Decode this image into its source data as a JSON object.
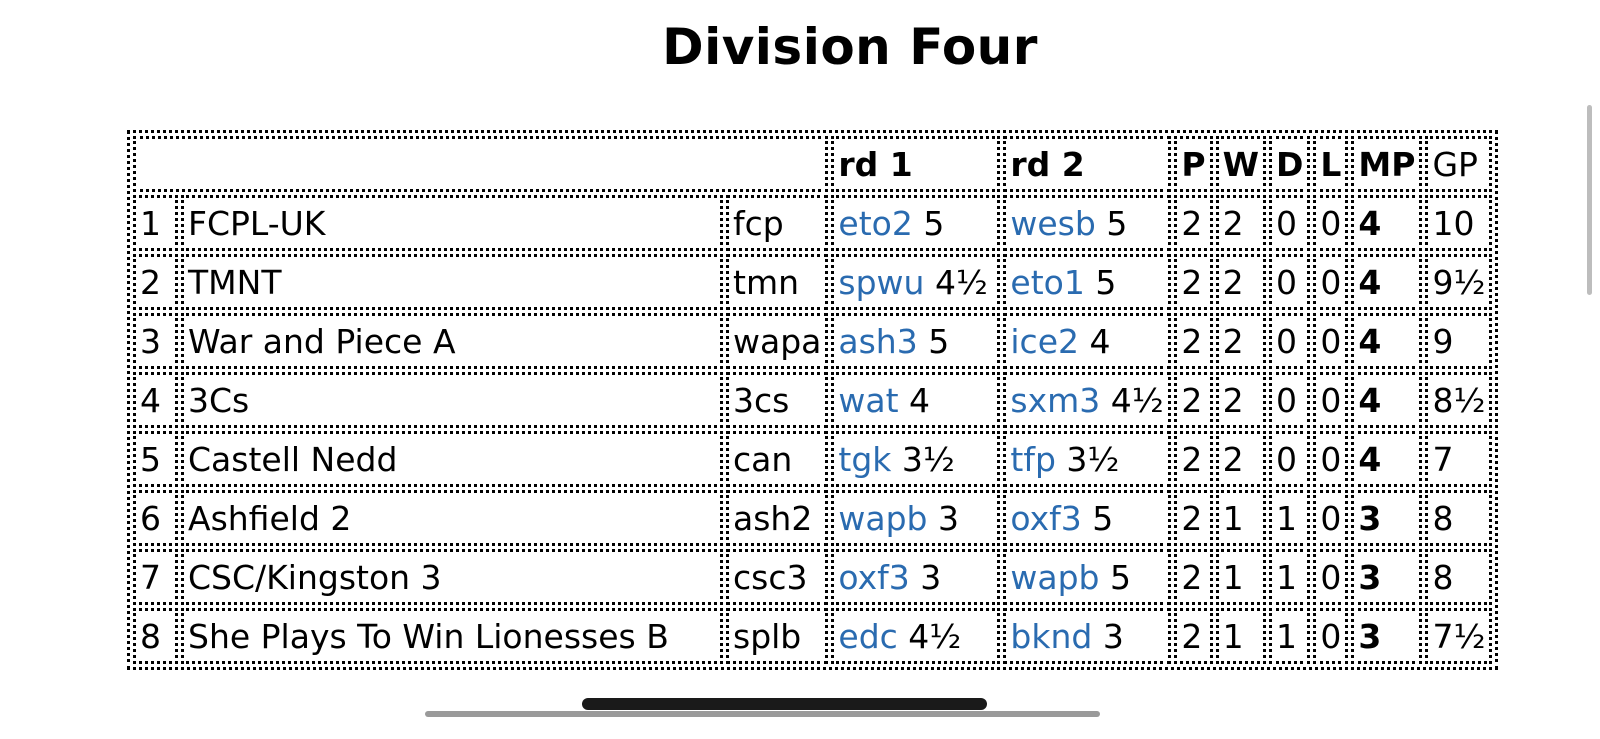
{
  "page": {
    "title": "Division Four"
  },
  "table": {
    "headers": {
      "rd1": "rd 1",
      "rd2": "rd 2",
      "p": "P",
      "w": "W",
      "d": "D",
      "l": "L",
      "mp": "MP",
      "gp": "GP"
    },
    "rows": [
      {
        "pos": "1",
        "team": "FCPL-UK",
        "code": "fcp",
        "rd1_opp": "eto2",
        "rd1_score": "5",
        "rd2_opp": "wesb",
        "rd2_score": "5",
        "p": "2",
        "w": "2",
        "d": "0",
        "l": "0",
        "mp": "4",
        "gp": "10"
      },
      {
        "pos": "2",
        "team": "TMNT",
        "code": "tmn",
        "rd1_opp": "spwu",
        "rd1_score": "4½",
        "rd2_opp": "eto1",
        "rd2_score": "5",
        "p": "2",
        "w": "2",
        "d": "0",
        "l": "0",
        "mp": "4",
        "gp": "9½"
      },
      {
        "pos": "3",
        "team": "War and Piece A",
        "code": "wapa",
        "rd1_opp": "ash3",
        "rd1_score": "5",
        "rd2_opp": "ice2",
        "rd2_score": "4",
        "p": "2",
        "w": "2",
        "d": "0",
        "l": "0",
        "mp": "4",
        "gp": "9"
      },
      {
        "pos": "4",
        "team": "3Cs",
        "code": "3cs",
        "rd1_opp": "wat",
        "rd1_score": "4",
        "rd2_opp": "sxm3",
        "rd2_score": "4½",
        "p": "2",
        "w": "2",
        "d": "0",
        "l": "0",
        "mp": "4",
        "gp": "8½"
      },
      {
        "pos": "5",
        "team": "Castell Nedd",
        "code": "can",
        "rd1_opp": "tgk",
        "rd1_score": "3½",
        "rd2_opp": "tfp",
        "rd2_score": "3½",
        "p": "2",
        "w": "2",
        "d": "0",
        "l": "0",
        "mp": "4",
        "gp": "7"
      },
      {
        "pos": "6",
        "team": "Ashfield 2",
        "code": "ash2",
        "rd1_opp": "wapb",
        "rd1_score": "3",
        "rd2_opp": "oxf3",
        "rd2_score": "5",
        "p": "2",
        "w": "1",
        "d": "1",
        "l": "0",
        "mp": "3",
        "gp": "8"
      },
      {
        "pos": "7",
        "team": "CSC/Kingston 3",
        "code": "csc3",
        "rd1_opp": "oxf3",
        "rd1_score": "3",
        "rd2_opp": "wapb",
        "rd2_score": "5",
        "p": "2",
        "w": "1",
        "d": "1",
        "l": "0",
        "mp": "3",
        "gp": "8"
      },
      {
        "pos": "8",
        "team": "She Plays To Win Lionesses B",
        "code": "splb",
        "rd1_opp": "edc",
        "rd1_score": "4½",
        "rd2_opp": "bknd",
        "rd2_score": "3",
        "p": "2",
        "w": "1",
        "d": "1",
        "l": "0",
        "mp": "3",
        "gp": "7½"
      }
    ]
  },
  "colors": {
    "link": "#2a6bb0",
    "border": "#000000",
    "background": "#ffffff"
  }
}
